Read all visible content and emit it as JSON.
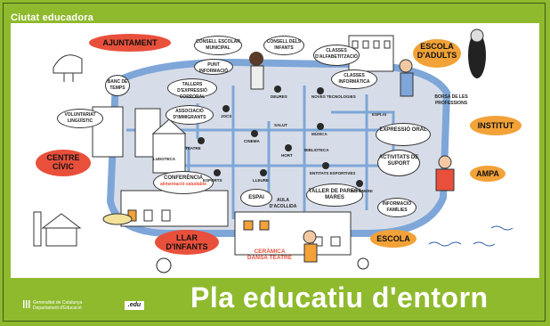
{
  "header": {
    "title": "Ciutat educadora"
  },
  "footer": {
    "title": "Pla educatiu d'entorn",
    "generalitat_line1": "Generalitat de Catalunya",
    "generalitat_line2": "Departament d'Educació",
    "edu_logo": ".edu"
  },
  "areas": {
    "ajuntament": "AJUNTAMENT",
    "escola_adults": "ESCOLA D'ADULTS",
    "institut": "INSTITUT",
    "centre_civic": "CENTRE CÍVIC",
    "ampa": "AMPA",
    "escola": "ESCOLA",
    "llar_infants": "LLAR D'INFANTS",
    "ceramica": "CERÀMICA DANSA TEATRE"
  },
  "bubbles": {
    "conferencia": "CONFERÈNCIA",
    "conferencia_sub": "alimentació saludable",
    "espai": "ESPAI",
    "taller_pares": "TALLER DE PARES I MARES",
    "informacio_families": "INFORMACIÓ FAMÍLIES",
    "activitats_suport": "ACTIVITATS DE SUPORT",
    "expressio_oral": "EXPRESSIÓ ORAL",
    "classes_alfabetitzacio": "CLASSES D'ALFABETITZACIÓ",
    "classes_informatica": "CLASSES INFORMÀTICA",
    "consell_escolar": "CONSELL ESCOLAR MUNICIPAL",
    "consell_infants": "CONSELL DELS INFANTS",
    "punt_informacio": "PUNT INFORMACIÓ",
    "tallers_expressio": "TALLERS D'EXPRESSIÓ CORPORAL",
    "banc_temps": "BANC DE TEMPS",
    "voluntariat": "VOLUNTARIAT LINGÜÍSTIC",
    "associacio_immigrants": "ASSOCIACIÓ D'IMMIGRANTS",
    "borsa_professions": "BORSA DE LES PROFESSIONS",
    "aula_acollida": "AULA D'ACOLLIDA"
  },
  "icons": {
    "teatre": "TEATRE",
    "biblioteca": "BIBLIOTECA",
    "cinema": "CINEMA",
    "esports": "ESPORTS",
    "musica": "MÚSICA",
    "hort": "HORT",
    "tecnologies": "NOVES TECNOLOGIES",
    "deures": "DEURES",
    "lleure": "LLEURE",
    "jocs": "JOCS",
    "entitats": "ENTITATS ESPORTIVES",
    "patrimoni": "PATRIMONI",
    "esplai": "ESPLAI",
    "ludoteca": "LUDOTECA",
    "salut": "SALUT"
  },
  "colors": {
    "frame": "#8fba2e",
    "red": "#e9503b",
    "orange": "#f2a238",
    "road": "#7ea6d8",
    "board": "#d7dde8"
  }
}
